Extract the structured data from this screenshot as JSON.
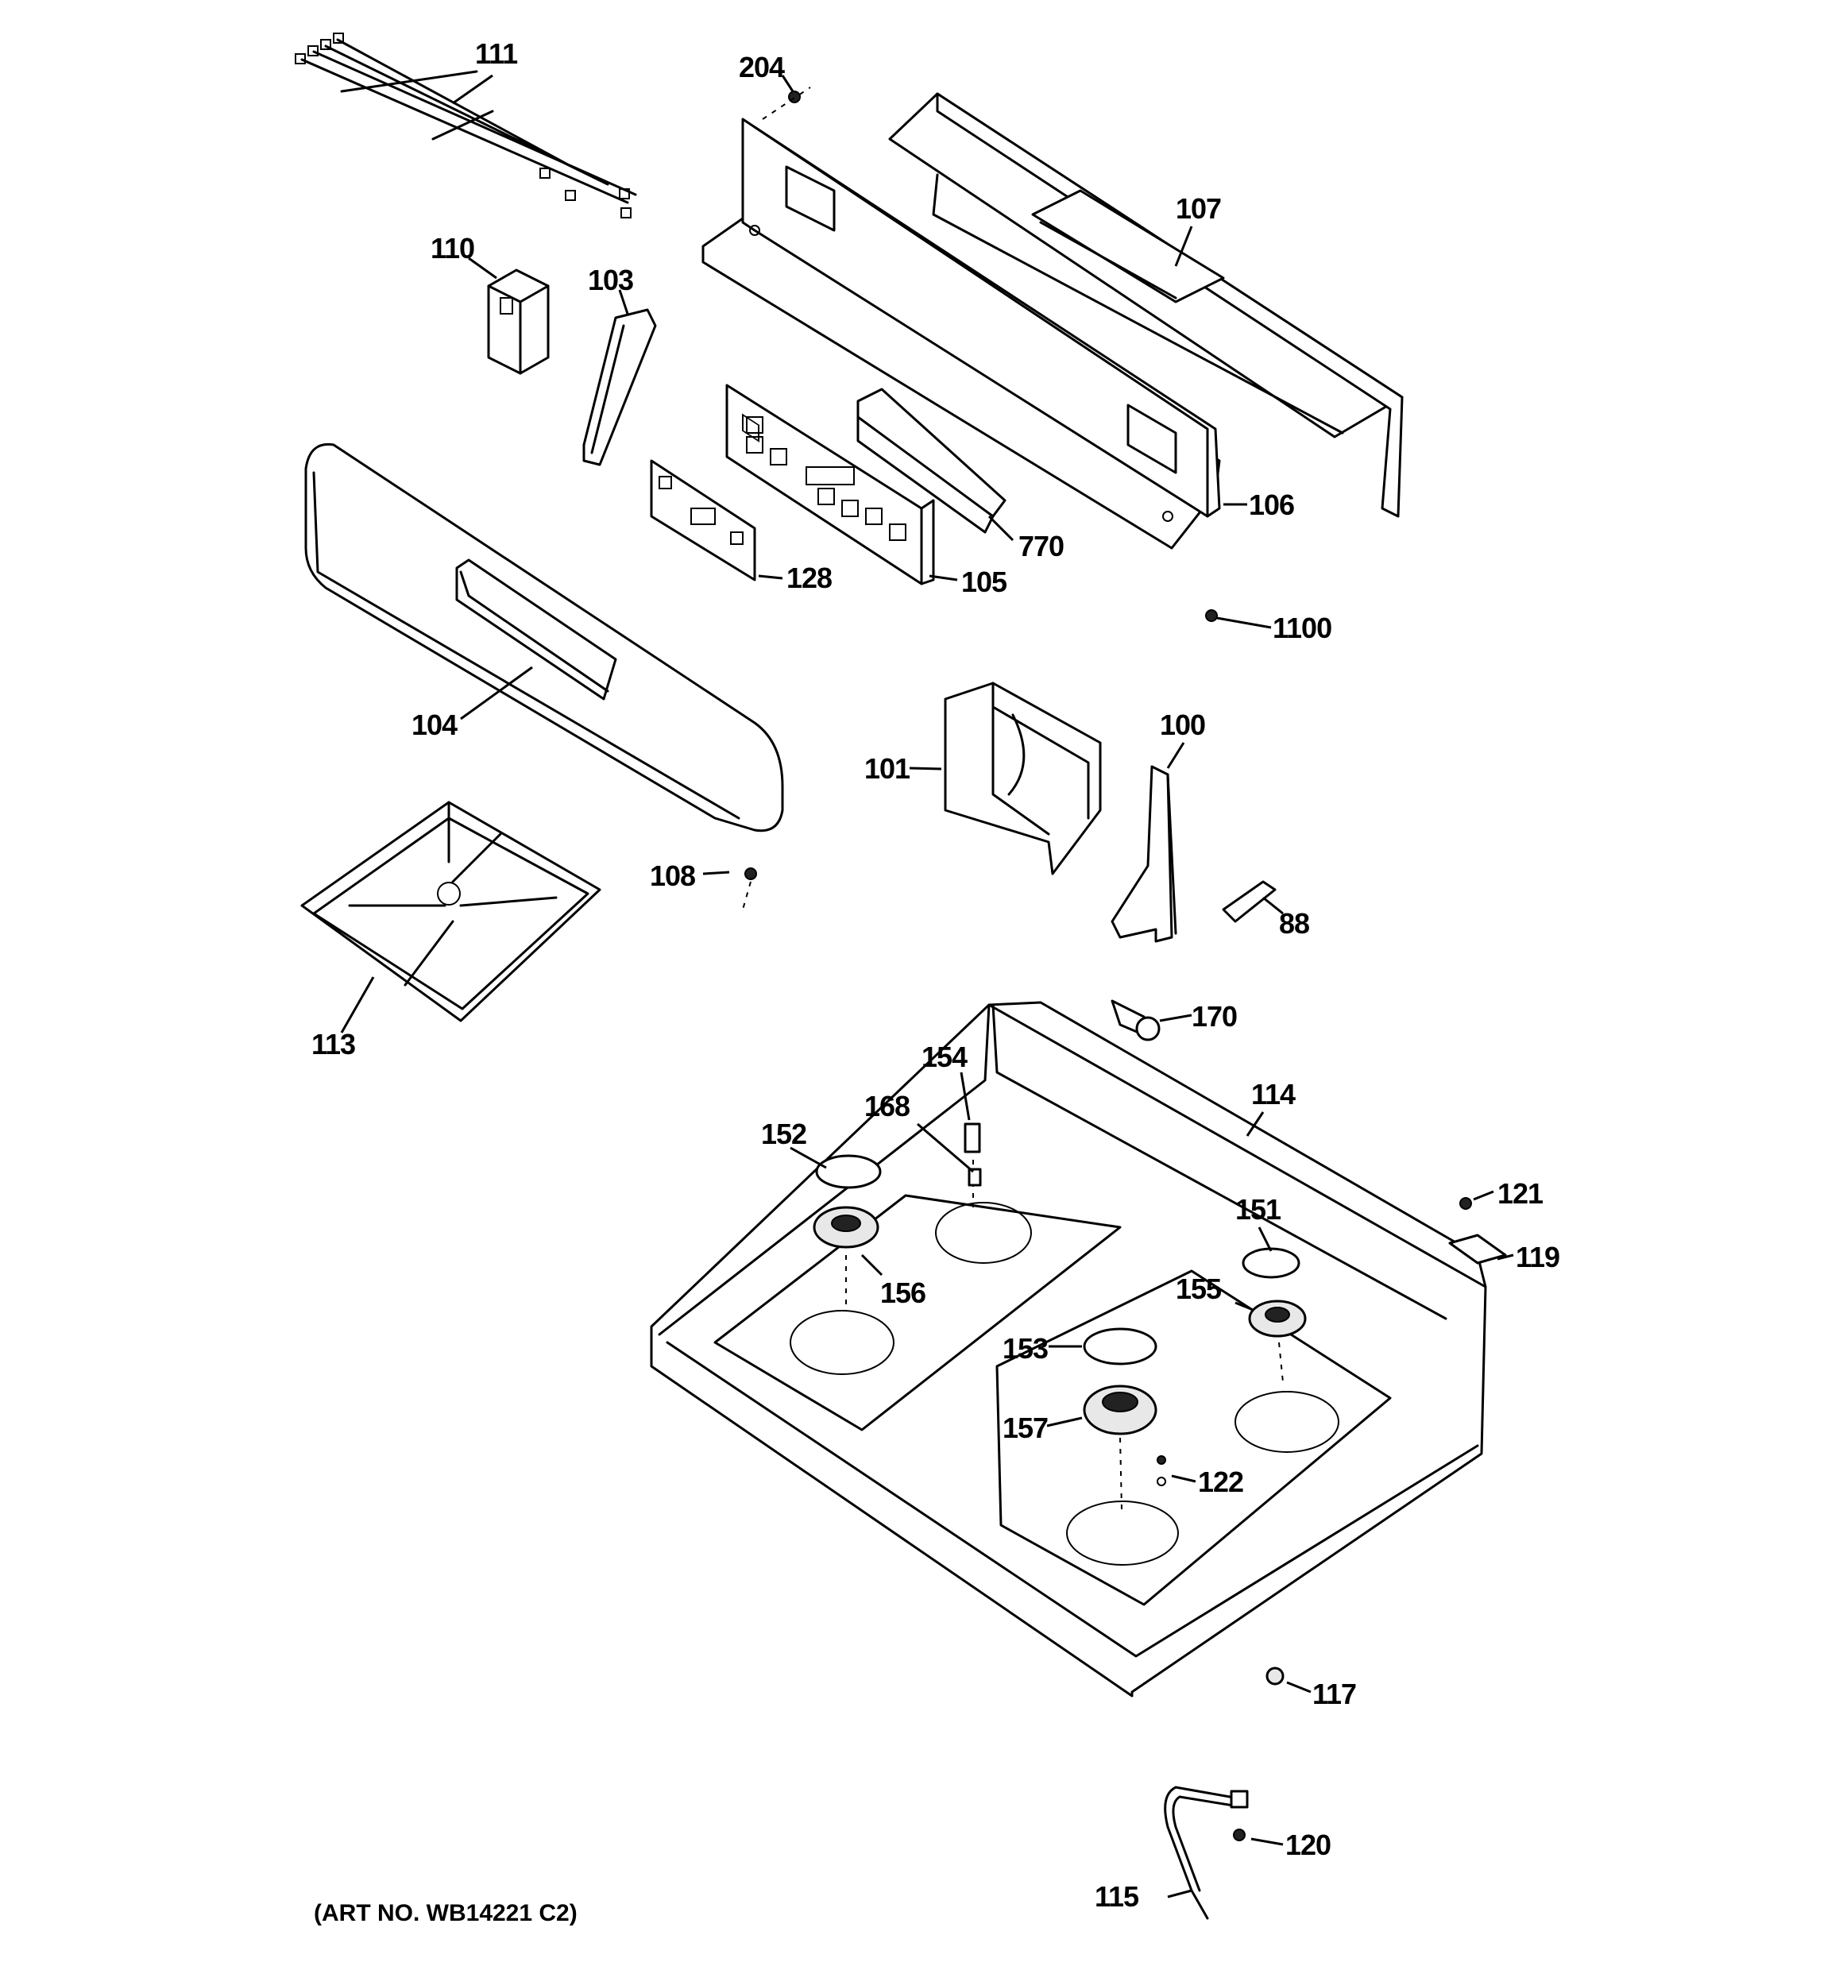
{
  "art_number": "(ART NO. WB14221 C2)",
  "labels": {
    "p111": "111",
    "p204": "204",
    "p107": "107",
    "p110": "110",
    "p103": "103",
    "p106": "106",
    "p770": "770",
    "p128": "128",
    "p105": "105",
    "p1100": "1100",
    "p104": "104",
    "p101": "101",
    "p100": "100",
    "p108": "108",
    "p88": "88",
    "p113": "113",
    "p170": "170",
    "p154": "154",
    "p114": "114",
    "p168": "168",
    "p152": "152",
    "p121": "121",
    "p151": "151",
    "p119": "119",
    "p156": "156",
    "p155": "155",
    "p153": "153",
    "p157": "157",
    "p122": "122",
    "p117": "117",
    "p120": "120",
    "p115": "115"
  }
}
